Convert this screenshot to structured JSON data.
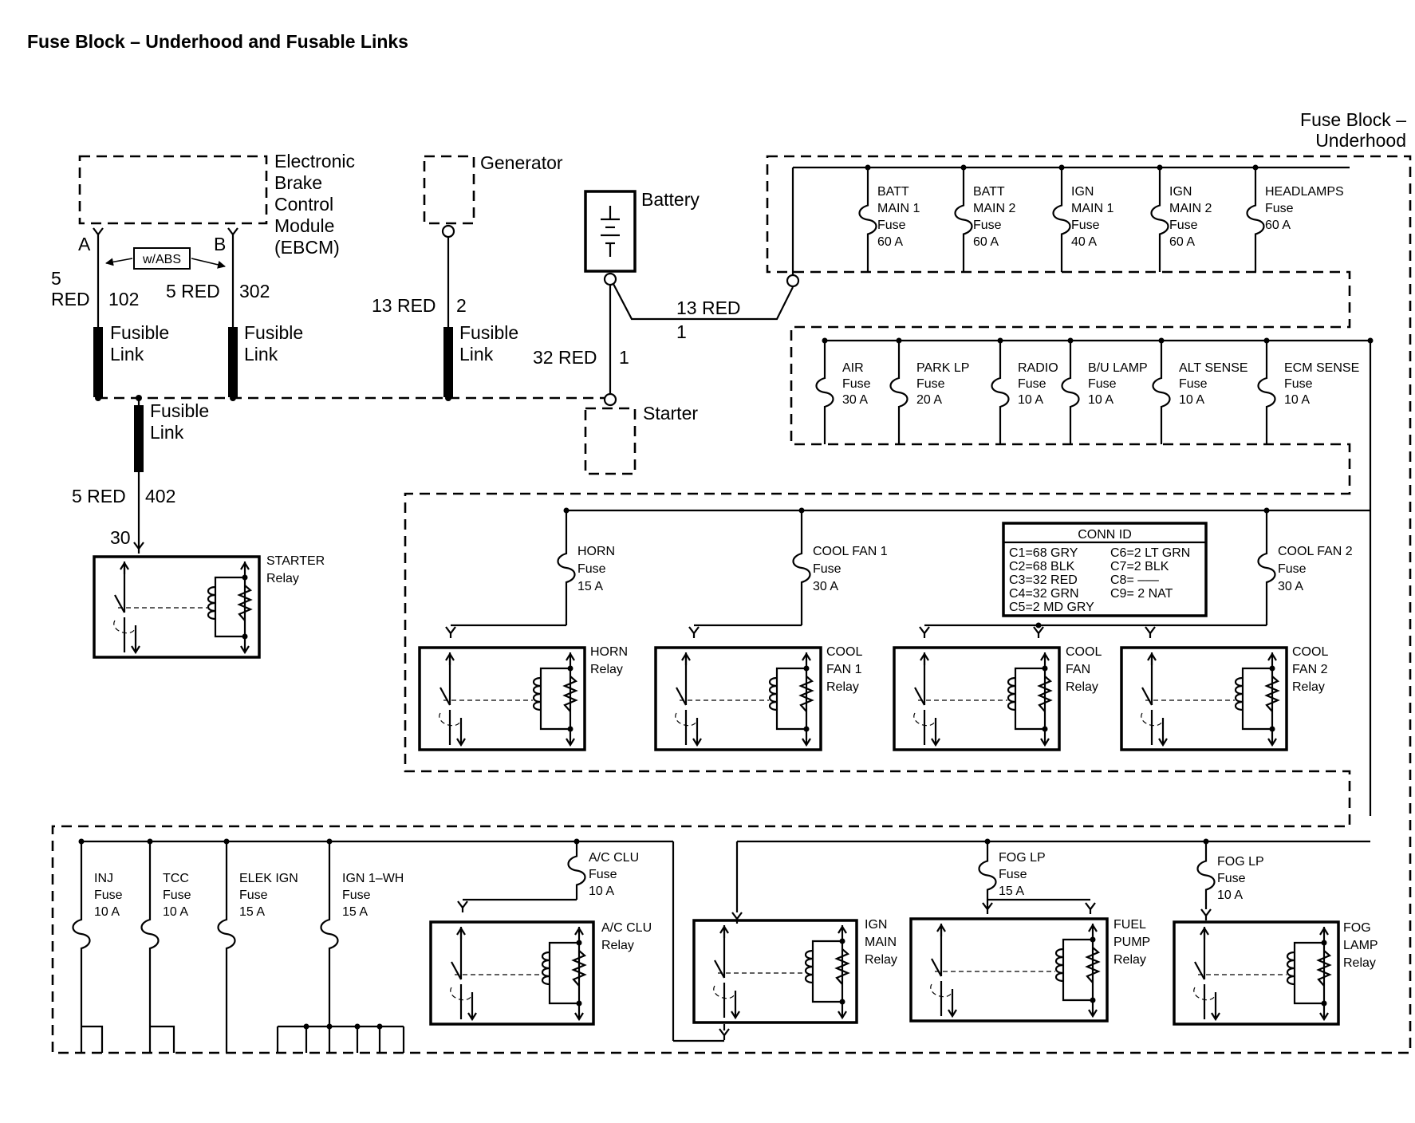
{
  "title": "Fuse Block – Underhood and Fusable Links",
  "fuse_block_label": [
    "Fuse Block –",
    "Underhood"
  ],
  "components": {
    "ebcm": [
      "Electronic",
      "Brake",
      "Control",
      "Module",
      "(EBCM)"
    ],
    "generator": "Generator",
    "battery": "Battery",
    "starter": "Starter"
  },
  "connectors": {
    "a": "A",
    "b": "B",
    "wabs": "w/ABS"
  },
  "wires": {
    "a_gauge": [
      "5",
      "RED"
    ],
    "a_circuit": "102",
    "b_label": "5 RED",
    "b_circuit": "302",
    "gen_label": "13 RED",
    "gen_circuit": "2",
    "bat_label": "13 RED",
    "bat_circuit": "1",
    "starter_label": "32 RED",
    "starter_circuit": "1",
    "relay_label": "5 RED",
    "relay_circuit": "402",
    "relay_pin": "30"
  },
  "fusible_link": [
    "Fusible",
    "Link"
  ],
  "fuses_row1": [
    {
      "lines": [
        "BATT",
        "MAIN 1",
        "Fuse",
        "60 A"
      ]
    },
    {
      "lines": [
        "BATT",
        "MAIN 2",
        "Fuse",
        "60 A"
      ]
    },
    {
      "lines": [
        "IGN",
        "MAIN 1",
        "Fuse",
        "40 A"
      ]
    },
    {
      "lines": [
        "IGN",
        "MAIN 2",
        "Fuse",
        "60 A"
      ]
    },
    {
      "lines": [
        "HEADLAMPS",
        "Fuse",
        "60 A"
      ]
    }
  ],
  "fuses_row2": [
    {
      "lines": [
        "AIR",
        "Fuse",
        "30 A"
      ]
    },
    {
      "lines": [
        "PARK LP",
        "Fuse",
        "20 A"
      ]
    },
    {
      "lines": [
        "RADIO",
        "Fuse",
        "10 A"
      ]
    },
    {
      "lines": [
        "B/U LAMP",
        "Fuse",
        "10 A"
      ]
    },
    {
      "lines": [
        "ALT SENSE",
        "Fuse",
        "10 A"
      ]
    },
    {
      "lines": [
        "ECM SENSE",
        "Fuse",
        "10 A"
      ]
    }
  ],
  "fuses_row3": [
    {
      "lines": [
        "HORN",
        "Fuse",
        "15 A"
      ]
    },
    {
      "lines": [
        "COOL FAN 1",
        "Fuse",
        "30 A"
      ]
    },
    {
      "lines": [
        "COOL FAN 2",
        "Fuse",
        "30 A"
      ]
    }
  ],
  "fuses_row4": [
    {
      "lines": [
        "INJ",
        "Fuse",
        "10 A"
      ]
    },
    {
      "lines": [
        "TCC",
        "Fuse",
        "10 A"
      ]
    },
    {
      "lines": [
        "ELEK IGN",
        "Fuse",
        "15  A"
      ]
    },
    {
      "lines": [
        "IGN 1–WH",
        "Fuse",
        "15  A"
      ]
    },
    {
      "lines": [
        "A/C CLU",
        "Fuse",
        "10 A"
      ]
    },
    {
      "lines": [
        "FOG LP",
        "Fuse",
        "15 A"
      ]
    },
    {
      "lines": [
        "FOG LP",
        "Fuse",
        "10 A"
      ]
    }
  ],
  "relays": [
    {
      "lines": [
        "STARTER",
        "Relay"
      ]
    },
    {
      "lines": [
        "HORN",
        "Relay"
      ]
    },
    {
      "lines": [
        "COOL",
        "FAN 1",
        "Relay"
      ]
    },
    {
      "lines": [
        "COOL",
        "FAN",
        "Relay"
      ]
    },
    {
      "lines": [
        "COOL",
        "FAN 2",
        "Relay"
      ]
    },
    {
      "lines": [
        "A/C CLU",
        "Relay"
      ]
    },
    {
      "lines": [
        "IGN",
        "MAIN",
        "Relay"
      ]
    },
    {
      "lines": [
        "FUEL",
        "PUMP",
        "Relay"
      ]
    },
    {
      "lines": [
        "FOG",
        "LAMP",
        "Relay"
      ]
    }
  ],
  "conn_id": {
    "title": "CONN ID",
    "left": [
      "C1=68 GRY",
      "C2=68 BLK",
      "C3=32 RED",
      "C4=32 GRN",
      "C5=2 MD GRY"
    ],
    "right": [
      "C6=2 LT GRN",
      "C7=2 BLK",
      "C8= –––",
      "C9= 2 NAT"
    ]
  }
}
